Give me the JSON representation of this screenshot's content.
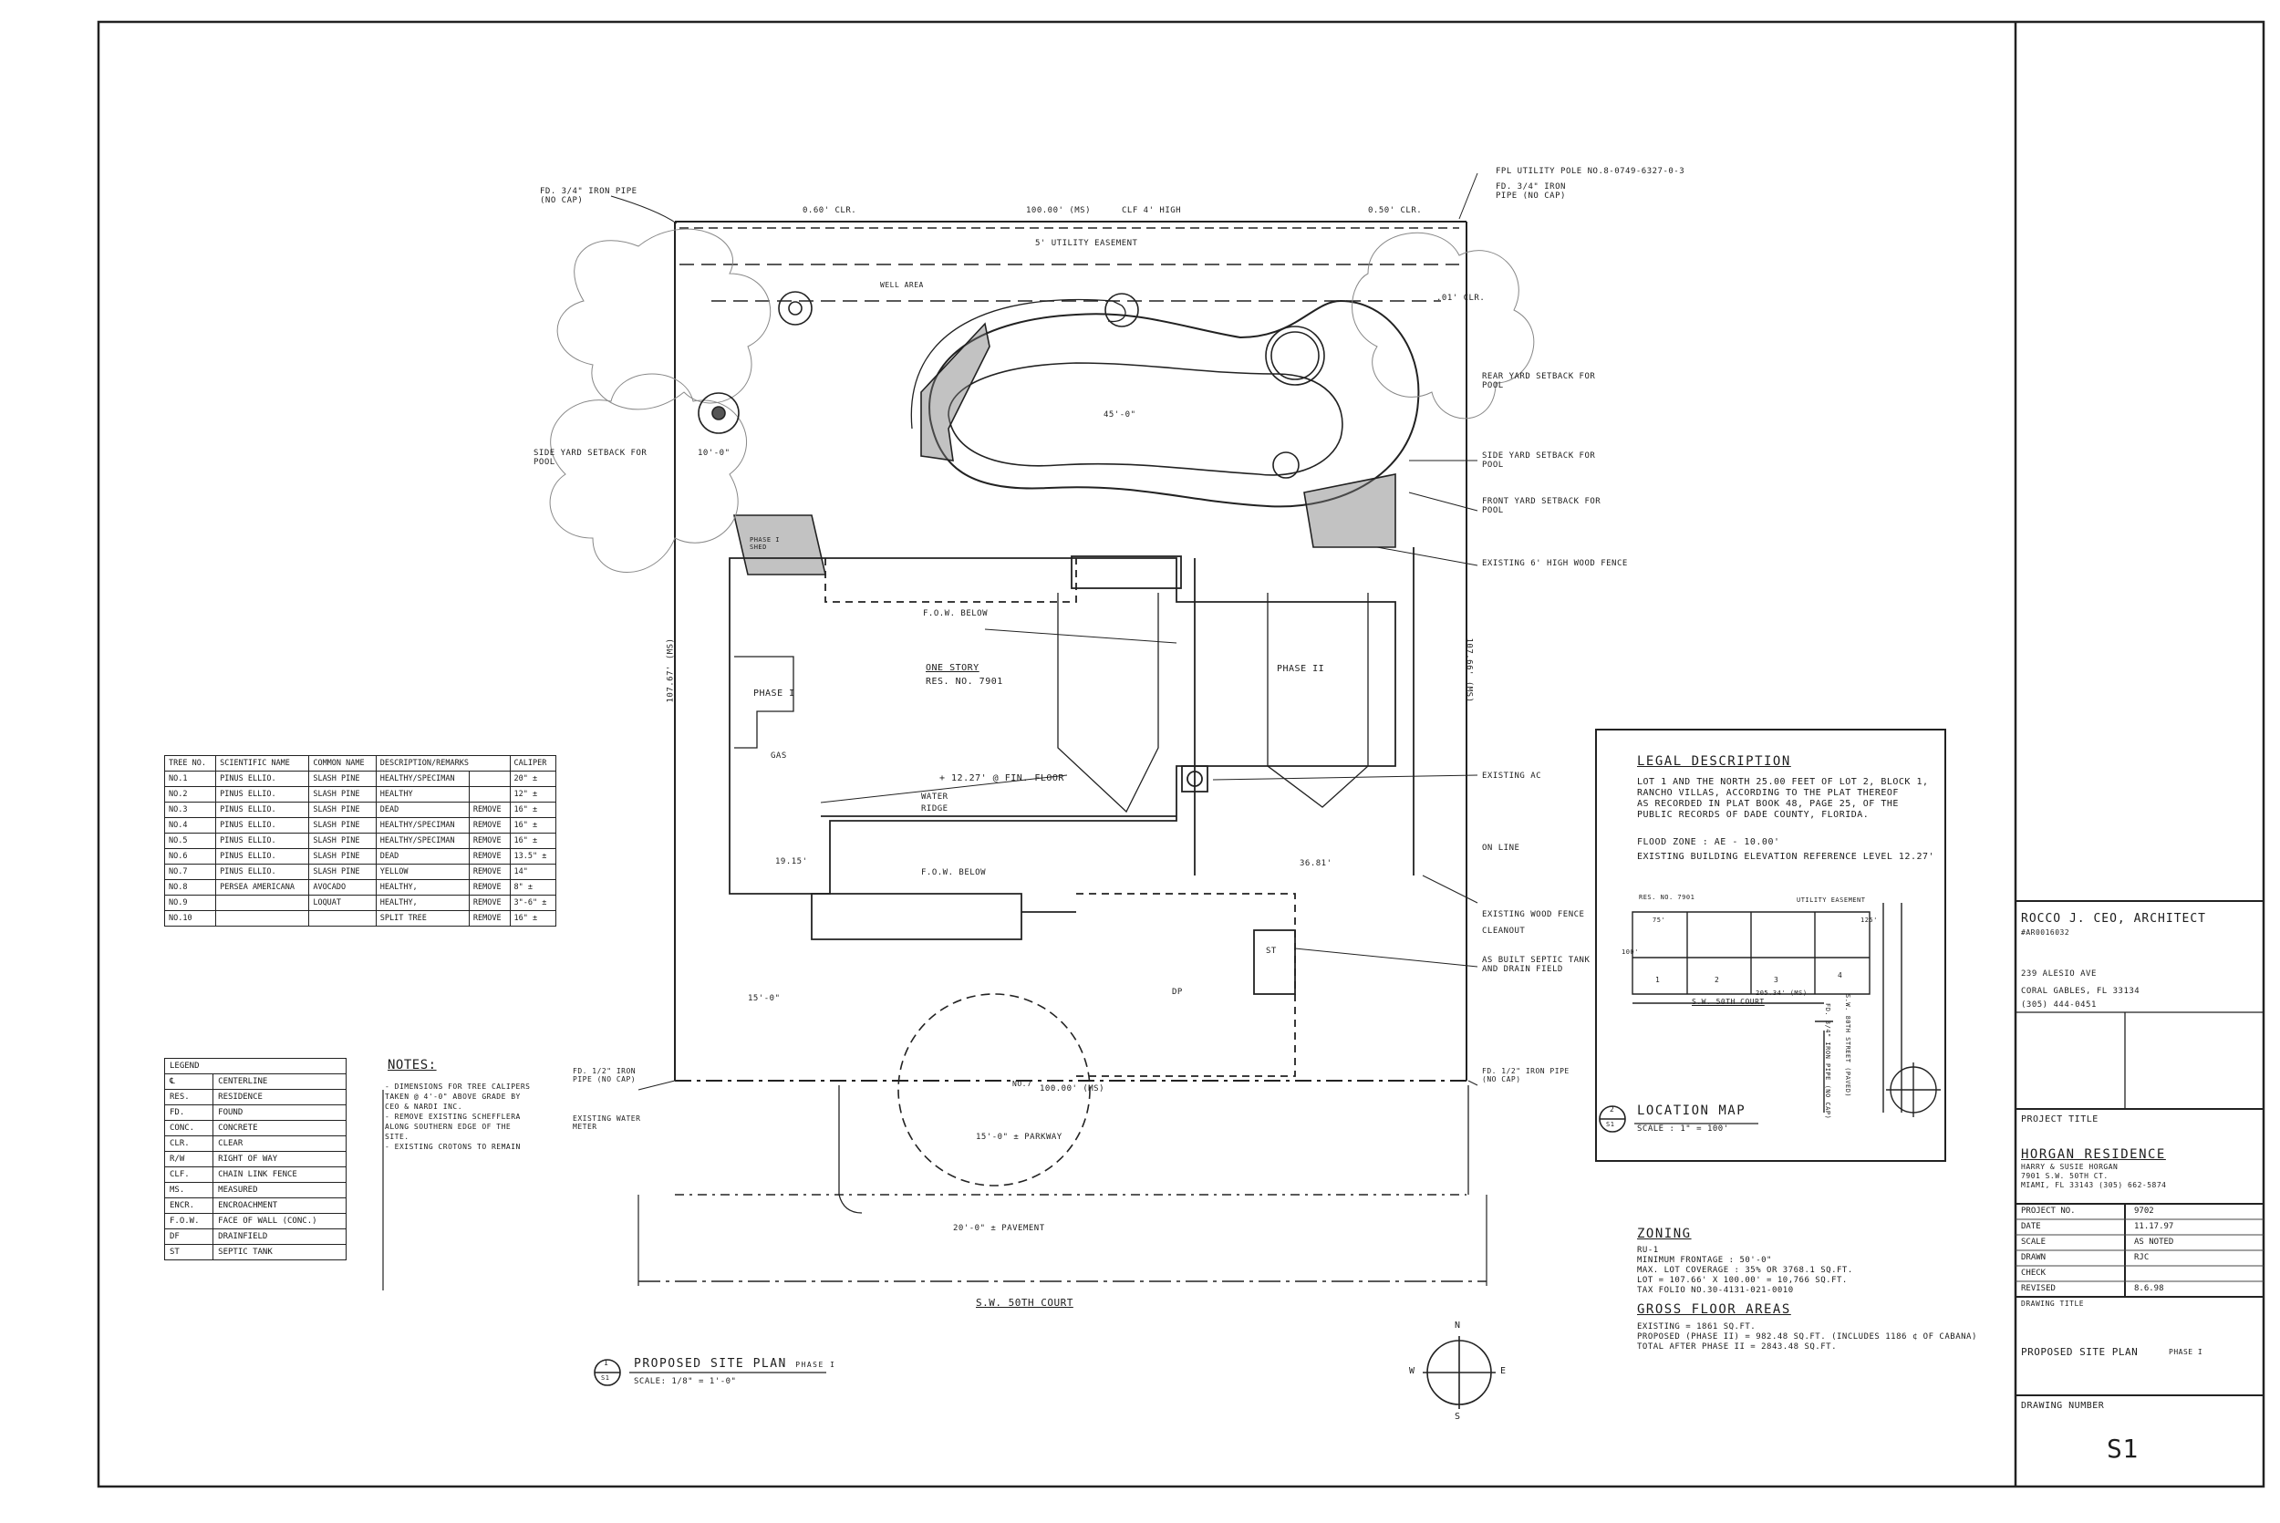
{
  "drawing": {
    "title": "PROPOSED SITE PLAN",
    "title_suffix": "PHASE I",
    "scale": "SCALE: 1/8\" = 1'-0\"",
    "detail_no": "1",
    "detail_sheet": "S1"
  },
  "plan_labels": {
    "iron_pipe_nw": "FD. 3/4\" IRON PIPE (NO CAP)",
    "fpl_pole": "FPL UTILITY POLE NO.8-0749-6327-0-3",
    "iron_pipe_ne": "FD. 3/4\" IRON PIPE (NO CAP)",
    "top_dim": "100.00' (MS)",
    "clf": "CLF 4' HIGH",
    "clr_left": "0.60' CLR.",
    "clr_right": "0.50' CLR.",
    "utility_easement": "5' UTILITY EASEMENT",
    "well_area": "WELL AREA",
    "clr_01": ".01' CLR.",
    "rear_setback": "REAR YARD SETBACK FOR POOL",
    "side_setback_right": "SIDE YARD SETBACK FOR POOL",
    "front_setback": "FRONT YARD SETBACK FOR POOL",
    "side_setback_left": "SIDE YARD SETBACK FOR POOL",
    "wood_fence_6": "EXISTING 6' HIGH WOOD FENCE",
    "fow_below_top": "F.O.W. BELOW",
    "one_story": "ONE STORY",
    "res_no": "RES. NO. 7901",
    "phase_ii": "PHASE II",
    "phase_i": "PHASE I",
    "fin_floor": "+ 12.27' @ FIN. FLOOR",
    "water": "WATER",
    "ridge": "RIDGE",
    "gas": "GAS",
    "existing_ac": "EXISTING AC",
    "on_line": "ON LINE",
    "dim_3681": "36.81'",
    "dim_1915": "19.15'",
    "fow_below_mid": "F.O.W. BELOW",
    "wood_fence": "EXISTING WOOD FENCE",
    "cleanout": "CLEANOUT",
    "septic": "AS BUILT SEPTIC TANK AND DRAIN FIELD",
    "dim_15": "15'-0\"",
    "dp": "DP",
    "st": "ST",
    "iron_pipe_sw": "FD. 1/2\" IRON PIPE (NO CAP)",
    "iron_pipe_se": "FD. 1/2\" IRON PIPE (NO CAP)",
    "water_meter": "EXISTING WATER METER",
    "bottom_dim": "100.00' (MS)",
    "no7": "NO.7",
    "parkway": "15'-0\" ± PARKWAY",
    "pavement": "20'-0\" ± PAVEMENT",
    "street": "S.W. 50TH COURT",
    "left_dim": "107.67' (MS)",
    "right_dim": "107.66' (MS)",
    "pool_dim": "45'-0\"",
    "dim_10": "10'-0\"",
    "phase_shed": "PHASE I SHED"
  },
  "tree_schedule": {
    "headers": [
      "TREE NO.",
      "SCIENTIFIC NAME",
      "COMMON NAME",
      "DESCRIPTION/REMARKS",
      "",
      "CALIPER"
    ],
    "rows": [
      [
        "NO.1",
        "PINUS ELLIO.",
        "SLASH PINE",
        "HEALTHY/SPECIMAN",
        "",
        "20\" ±"
      ],
      [
        "NO.2",
        "PINUS ELLIO.",
        "SLASH PINE",
        "HEALTHY",
        "",
        "12\" ±"
      ],
      [
        "NO.3",
        "PINUS ELLIO.",
        "SLASH PINE",
        "DEAD",
        "REMOVE",
        "16\" ±"
      ],
      [
        "NO.4",
        "PINUS ELLIO.",
        "SLASH PINE",
        "HEALTHY/SPECIMAN",
        "REMOVE",
        "16\" ±"
      ],
      [
        "NO.5",
        "PINUS ELLIO.",
        "SLASH PINE",
        "HEALTHY/SPECIMAN",
        "REMOVE",
        "16\" ±"
      ],
      [
        "NO.6",
        "PINUS ELLIO.",
        "SLASH PINE",
        "DEAD",
        "REMOVE",
        "13.5\" ±"
      ],
      [
        "NO.7",
        "PINUS ELLIO.",
        "SLASH PINE",
        "YELLOW",
        "REMOVE",
        "14\""
      ],
      [
        "NO.8",
        "PERSEA AMERICANA",
        "AVOCADO",
        "HEALTHY,",
        "REMOVE",
        "8\" ±"
      ],
      [
        "NO.9",
        "",
        "LOQUAT",
        "HEALTHY,",
        "REMOVE",
        "3\"-6\" ±"
      ],
      [
        "NO.10",
        "",
        "",
        "SPLIT TREE",
        "REMOVE",
        "16\" ±"
      ]
    ]
  },
  "legend": {
    "title": "LEGEND",
    "rows": [
      [
        "℄",
        "CENTERLINE"
      ],
      [
        "RES.",
        "RESIDENCE"
      ],
      [
        "FD.",
        "FOUND"
      ],
      [
        "CONC.",
        "CONCRETE"
      ],
      [
        "CLR.",
        "CLEAR"
      ],
      [
        "R/W",
        "RIGHT OF WAY"
      ],
      [
        "CLF.",
        "CHAIN LINK FENCE"
      ],
      [
        "MS.",
        "MEASURED"
      ],
      [
        "ENCR.",
        "ENCROACHMENT"
      ],
      [
        "F.O.W.",
        "FACE OF WALL (CONC.)"
      ],
      [
        "DF",
        "DRAINFIELD"
      ],
      [
        "ST",
        "SEPTIC TANK"
      ]
    ]
  },
  "notes": {
    "title": "NOTES:",
    "items": [
      "- DIMENSIONS FOR TREE CALIPERS TAKEN @ 4'-0\" ABOVE GRADE BY CEO & NARDI INC.",
      "- REMOVE EXISTING SCHEFFLERA ALONG SOUTHERN EDGE OF THE SITE.",
      "- EXISTING CROTONS TO REMAIN"
    ]
  },
  "legal": {
    "title": "LEGAL DESCRIPTION",
    "lines": [
      "LOT 1 AND THE NORTH 25.00 FEET OF LOT 2, BLOCK 1,",
      "RANCHO VILLAS, ACCORDING TO THE PLAT THEREOF",
      "AS RECORDED IN PLAT BOOK 48, PAGE 25, OF THE",
      "PUBLIC RECORDS OF DADE COUNTY, FLORIDA."
    ],
    "flood_zone": "FLOOD ZONE : AE - 10.00'",
    "elevation": "EXISTING BUILDING ELEVATION REFERENCE LEVEL 12.27'"
  },
  "location_map": {
    "title": "LOCATION MAP",
    "scale": "SCALE : 1\" = 100'",
    "detail_no": "2",
    "detail_sheet": "S1",
    "labels": {
      "res": "RES. NO. 7901",
      "utility": "UTILITY EASEMENT",
      "street": "S.W. 50TH COURT",
      "avenue": "S.W. 80TH STREET (PAVED)",
      "pipe": "FD. 3/4\" IRON PIPE (NO CAP)",
      "dim_20534": "205.34' (MS)",
      "lot1": "1",
      "lot2": "2",
      "lot3": "3",
      "lot4": "4",
      "dim75": "75'",
      "dim100": "100'",
      "dim125": "125'"
    }
  },
  "zoning": {
    "title": "ZONING",
    "lines": [
      "RU-1",
      "MINIMUM FRONTAGE : 50'-0\"",
      "MAX. LOT COVERAGE : 35%  OR 3768.1 SQ.FT.",
      "LOT = 107.66' x 100.00' = 10,766 SQ.FT.",
      "TAX FOLIO NO.30-4131-021-0010"
    ]
  },
  "gross_floor": {
    "title": "GROSS FLOOR AREAS",
    "lines": [
      "EXISTING = 1861 SQ.FT.",
      "PROPOSED (PHASE II) = 982.48 SQ.FT.   (INCLUDES 1186 ¢ OF CABANA)",
      "TOTAL AFTER PHASE II = 2843.48 SQ.FT."
    ]
  },
  "title_block": {
    "architect": "ROCCO J. CEO, ARCHITECT",
    "license": "#AR0016032",
    "address1": "239 ALESIO AVE",
    "address2": "CORAL GABLES, FL 33134",
    "phone": "(305) 444-0451",
    "project_title_label": "PROJECT TITLE",
    "project_name": "HORGAN RESIDENCE",
    "client": "HARRY & SUSIE HORGAN",
    "client_addr": "7901 S.W. 50TH CT.",
    "client_city": "MIAMI, FL 33143  (305) 662-5874",
    "fields": [
      {
        "label": "PROJECT NO.",
        "value": "9702"
      },
      {
        "label": "DATE",
        "value": "11.17.97"
      },
      {
        "label": "SCALE",
        "value": "AS NOTED"
      },
      {
        "label": "DRAWN",
        "value": "RJC"
      },
      {
        "label": "CHECK",
        "value": ""
      },
      {
        "label": "REVISED",
        "value": "8.6.98"
      }
    ],
    "drawing_title_label": "DRAWING TITLE",
    "drawing_title": "PROPOSED SITE PLAN",
    "drawing_title_phase": "PHASE I",
    "drawing_number_label": "DRAWING NUMBER",
    "drawing_number": "S1"
  },
  "north_arrow": {
    "n": "N",
    "s": "S",
    "e": "E",
    "w": "W"
  }
}
